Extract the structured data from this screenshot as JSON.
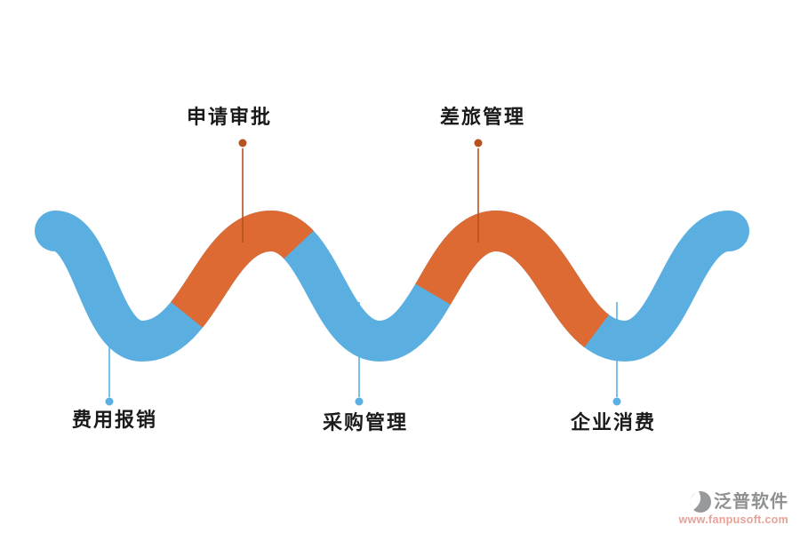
{
  "figure": {
    "top_labels": [
      {
        "text": "申请审批"
      },
      {
        "text": "差旅管理"
      }
    ],
    "bottom_labels": [
      {
        "text": "费用报销"
      },
      {
        "text": "采购管理"
      },
      {
        "text": "企业消费"
      }
    ],
    "colors": {
      "wave_blue": "#5aafe0",
      "wave_orange": "#de6a33",
      "connector_orange": "#b5521e",
      "connector_blue": "#58b0e3",
      "label_text": "#1a1a1a",
      "watermark_gray": "#8e9092",
      "watermark_url": "#e9a095"
    },
    "wave_orange_ranges_x": [
      [
        210,
        336
      ],
      [
        487,
        671
      ]
    ]
  },
  "watermark": {
    "brand": "泛普软件",
    "url": "www.fanpusoft.com"
  }
}
